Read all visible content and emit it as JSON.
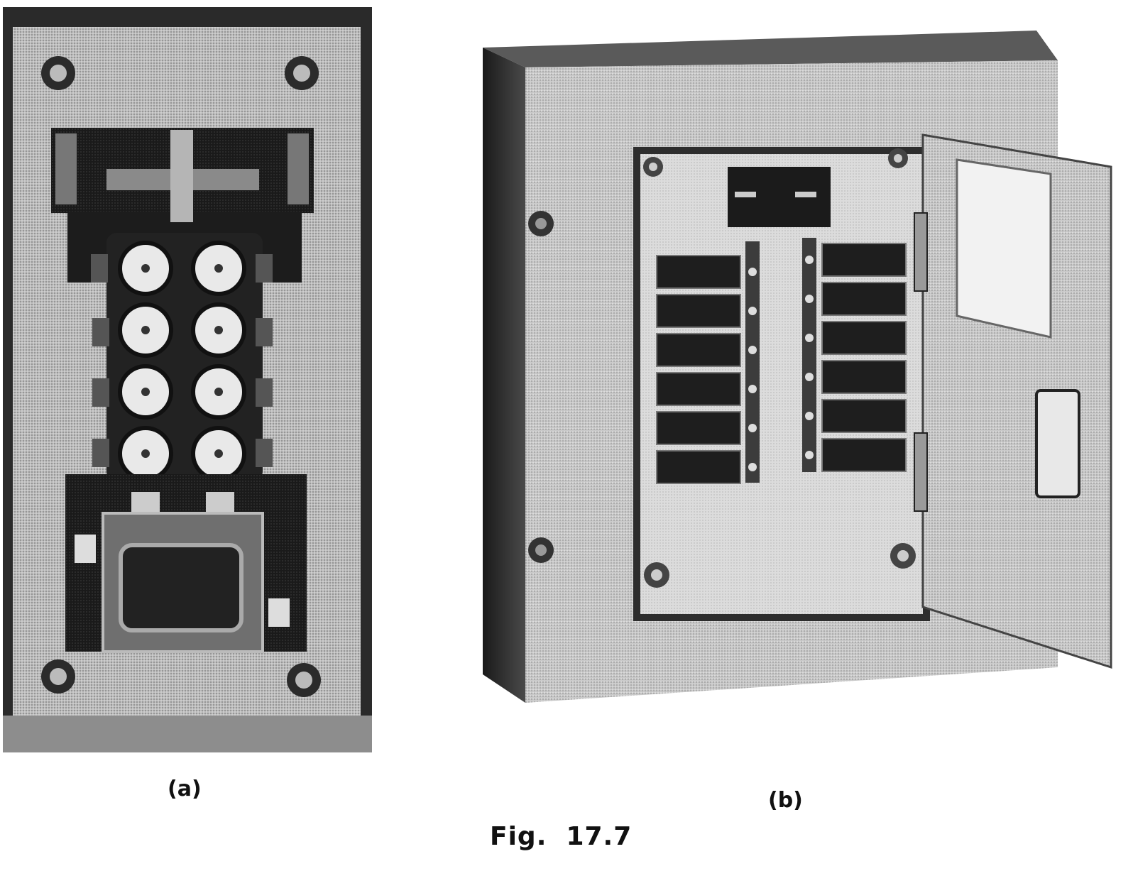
{
  "captions": {
    "panel_a": "(a)",
    "panel_b": "(b)",
    "figure": "Fig.  17.7"
  },
  "panels": {
    "a": {
      "fuse_count": 8
    },
    "b": {
      "breaker_count": 12
    }
  },
  "colors": {
    "ink": "#111111",
    "mid_gray": "#9a9a9a",
    "light_gray": "#cfcfcf",
    "paper": "#ffffff"
  }
}
